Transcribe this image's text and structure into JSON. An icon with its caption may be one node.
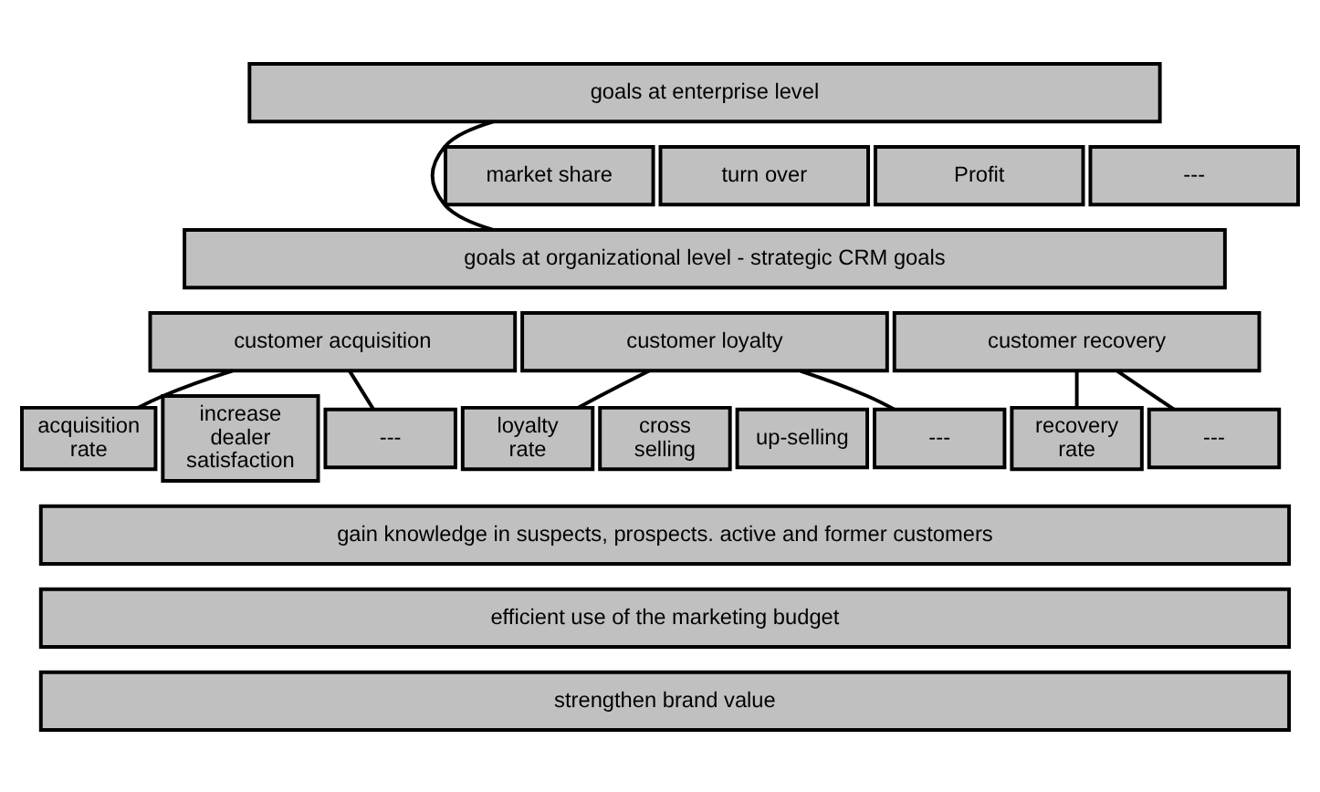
{
  "diagram": {
    "nodes": [
      {
        "text": [
          "goals at enterprise level"
        ]
      },
      {
        "text": [
          "market share"
        ]
      },
      {
        "text": [
          "turn over"
        ]
      },
      {
        "text": [
          "Profit"
        ]
      },
      {
        "text": [
          "---"
        ]
      },
      {
        "text": [
          "goals at organizational level - strategic CRM goals"
        ]
      },
      {
        "text": [
          "customer acquisition"
        ]
      },
      {
        "text": [
          "customer loyalty"
        ]
      },
      {
        "text": [
          "customer recovery"
        ]
      },
      {
        "text": [
          "acquisition rate"
        ]
      },
      {
        "text": [
          "increase dealer satisfaction"
        ]
      },
      {
        "text": [
          "---"
        ]
      },
      {
        "text": [
          "loyalty rate"
        ]
      },
      {
        "text": [
          "cross selling"
        ]
      },
      {
        "text": [
          "up-selling"
        ]
      },
      {
        "text": [
          "---"
        ]
      },
      {
        "text": [
          "recovery rate"
        ]
      },
      {
        "text": [
          "---"
        ]
      },
      {
        "text": [
          "gain knowledge in suspects, prospects. active and former customers"
        ]
      },
      {
        "text": [
          "efficient use of the marketing budget"
        ]
      },
      {
        "text": [
          "strengthen brand value"
        ]
      }
    ],
    "edges": [
      {
        "from": 0,
        "to": 5,
        "arrow": "none"
      },
      {
        "from": 6,
        "to": 9,
        "arrow": "none"
      },
      {
        "from": 6,
        "to": 11,
        "arrow": "none"
      },
      {
        "from": 7,
        "to": 12,
        "arrow": "none"
      },
      {
        "from": 7,
        "to": 15,
        "arrow": "none"
      },
      {
        "from": 8,
        "to": 16,
        "arrow": "none"
      },
      {
        "from": 8,
        "to": 17,
        "arrow": "none"
      }
    ]
  }
}
